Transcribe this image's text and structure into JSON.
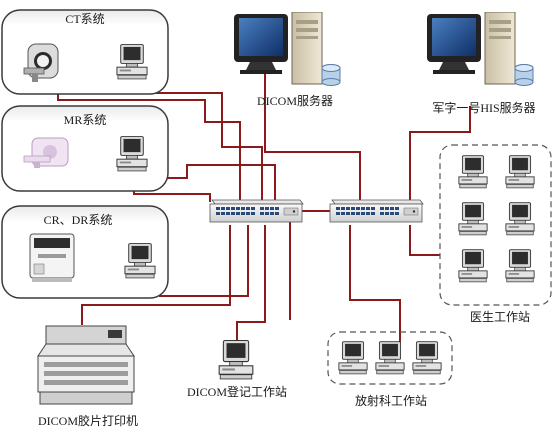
{
  "labels": {
    "ct_system": "CT系统",
    "mr_system": "MR系统",
    "crdr_system": "CR、DR系统",
    "dicom_server": "DICOM服务器",
    "his_server": "军字一号HIS服务器",
    "doctor_ws": "医生工作站",
    "radiology_ws": "放射科工作站",
    "dicom_register_ws": "DICOM登记工作站",
    "dicom_printer": "DICOM胶片打印机"
  },
  "colors": {
    "wire": "#8b1a1a",
    "panel_border": "#3a3a3a",
    "group_border": "#555555"
  }
}
